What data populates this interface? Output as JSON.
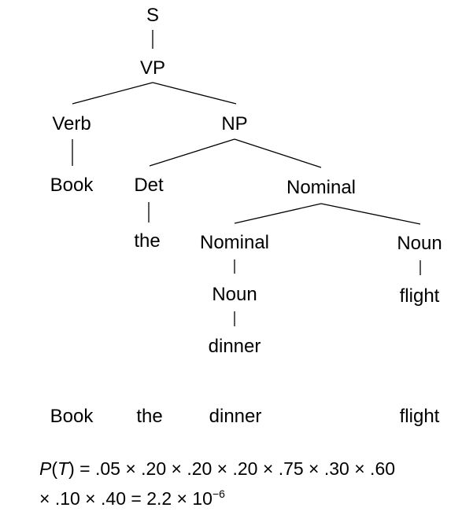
{
  "tree": {
    "nodes": {
      "s": "S",
      "vp": "VP",
      "verb": "Verb",
      "np": "NP",
      "book": "Book",
      "det": "Det",
      "nominal_top": "Nominal",
      "the": "the",
      "nominal_inner": "Nominal",
      "noun_right": "Noun",
      "noun_inner": "Noun",
      "flight": "flight",
      "dinner": "dinner"
    }
  },
  "sentence": {
    "words": [
      "Book",
      "the",
      "dinner",
      "flight"
    ]
  },
  "formula": {
    "p_italic": "P",
    "open_paren": "(",
    "t_italic": "T",
    "line1_rest": ") = .05 × .20 × .20 × .20 × .75 × .30 × .60",
    "line2_main": "× .10 × .40 = 2.2 × 10",
    "line2_exponent": "−6"
  }
}
